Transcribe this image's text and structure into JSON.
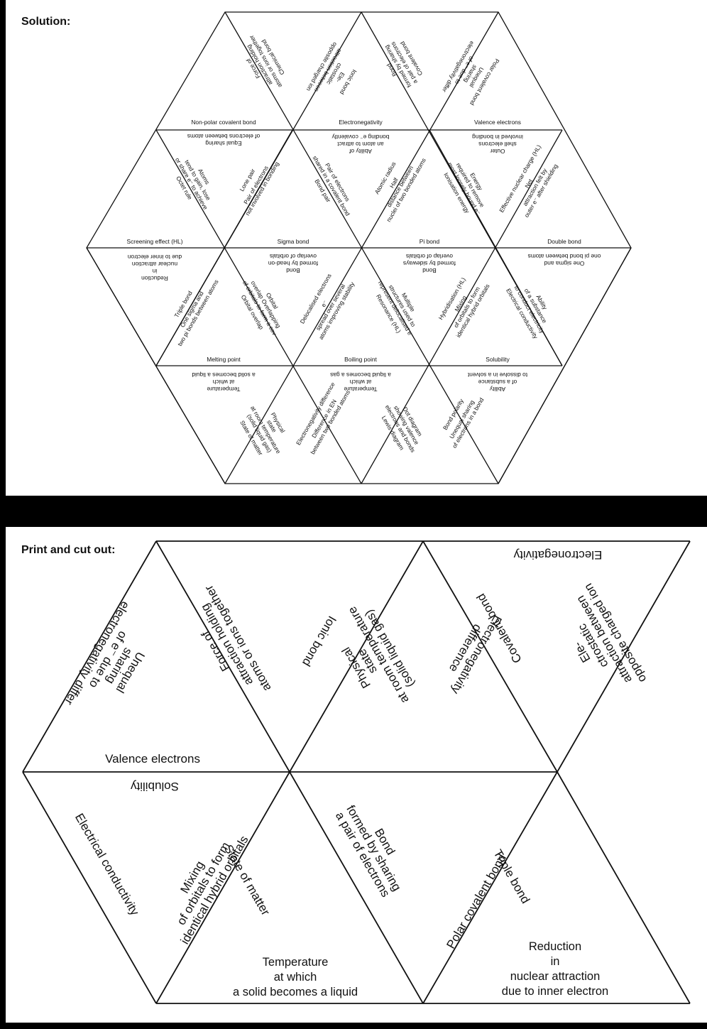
{
  "solution": {
    "title": "Solution:",
    "row1": {
      "t1": {
        "text": [
          "Force of",
          "attraction holding",
          "atoms or ions together"
        ],
        "side": "Chemical bond"
      },
      "t2": {
        "text": [
          "Ele-",
          "ctrostatic",
          "attraction between",
          "opposite charged ion"
        ],
        "side": "Ionic bond"
      },
      "t3": {
        "text": [
          "Bond",
          "formed by sharing",
          "a pair of electrons"
        ],
        "side": "Covalent bond"
      },
      "t4": {
        "text": [
          "Unequal",
          "sharing",
          "of e⁻ due to",
          "electronegativity differ"
        ],
        "side": "Polar covalent bond"
      },
      "b1": "Non-polar covalent bond",
      "b2": "Electronegativity",
      "b3": "Valence electrons"
    },
    "row2": {
      "top1": {
        "text": [
          "Equal sharing",
          "of electrons between atoms"
        ]
      },
      "top2": {
        "text": [
          "Ability of",
          "an atom to attract",
          "bonding e⁻ covalently"
        ]
      },
      "top3": {
        "text": [
          "Outer",
          "shell electrons",
          "involved in bonding"
        ]
      },
      "d1": {
        "text": [
          "Atoms",
          "tend to gain, lose",
          "or share e⁻ to achieve"
        ],
        "side": "Octet rule"
      },
      "d2": {
        "text": [
          "Pair of electrons",
          "not involved in bonding"
        ],
        "side": "Lone pair"
      },
      "d3": {
        "text": [
          "Pair of electrons",
          "shared in a covalent bond"
        ],
        "side": "Bond pair"
      },
      "d4": {
        "text": [
          "Half",
          "distance between",
          "nuclei of two bonded atoms"
        ],
        "side": "Atomic radius"
      },
      "d5": {
        "text": [
          "Energy",
          "required to remove",
          "most loosely bound e⁻"
        ],
        "side": "Ionisation energy"
      },
      "d6": {
        "text": [
          "Net",
          "attraction felt by",
          "outer e⁻ after shielding"
        ],
        "side": "Effective nuclear charge (HL)"
      },
      "b1": "Screening effect (HL)",
      "b2": "Sigma bond",
      "b3": "Pi bond",
      "b4": "Double bond"
    },
    "row3": {
      "top1": {
        "text": [
          "Reduction",
          "in",
          "nuclear attraction",
          "due to inner electron"
        ]
      },
      "top2": {
        "text": [
          "Bond",
          "formed by head-on",
          "overlap of orbitals"
        ]
      },
      "top3": {
        "text": [
          "Bond",
          "formed by sideways",
          "overlap of orbitals"
        ]
      },
      "top4": {
        "text": [
          "One sigma and",
          "one pi bond between atoms"
        ]
      },
      "d1": {
        "text": [
          "One sigma and",
          "two pi bonds between atoms"
        ],
        "side": "Triple bond"
      },
      "d2": {
        "text": [
          "Orbital",
          "overlap Overlapping",
          "of orbitals to form a cov"
        ],
        "side": "Orbital overlap"
      },
      "d3": {
        "text": [
          "e⁻",
          "spread over several",
          "atoms improving stability"
        ],
        "side": "Delocalised electrons"
      },
      "d4": {
        "text": [
          "Multiple",
          "structures used to",
          "represent delocalised e⁻"
        ],
        "side": "Resonance (HL)"
      },
      "d5": {
        "text": [
          "Mixing",
          "of orbitals to form",
          "identical hybrid orbitals"
        ],
        "side": "Hybridisation (HL)"
      },
      "d6": {
        "text": [
          "Ability",
          "of a substance",
          "to conduct electricity"
        ],
        "side": "Electrical conductivity"
      },
      "b1": "Melting point",
      "b2": "Boiling point",
      "b3": "Solubility"
    },
    "row4": {
      "top1": {
        "text": [
          "Temperature",
          "at which",
          "a solid becomes a liquid"
        ]
      },
      "top2": {
        "text": [
          "Temperature",
          "at which",
          "a liquid becomes a gas"
        ]
      },
      "top3": {
        "text": [
          "Ability",
          "of a substance",
          "to dissolve in a solvent"
        ]
      },
      "d1": {
        "text": [
          "Physical",
          "state",
          "at room temperature",
          "(solid liquid gas)"
        ],
        "side": "State of matter"
      },
      "d2": {
        "text": [
          "Difference in EN",
          "between two bonded atoms"
        ],
        "side": "Electronegativity difference"
      },
      "d3": {
        "text": [
          "Dot diagram",
          "showing valence",
          "electrons and bonds"
        ],
        "side": "Lewis diagram"
      },
      "d4": {
        "text": [
          "Unequal sharing",
          "of electrons in a bond"
        ],
        "side": "Bond polarity"
      }
    }
  },
  "cutout": {
    "title": "Print and cut out:",
    "t1": {
      "text": [
        "Unequal",
        "sharing",
        "of e⁻ due to",
        "electronegativity differ"
      ]
    },
    "t1_bottom": "Valence electrons",
    "t2": {
      "text": [
        "Force of",
        "attraction holding",
        "atoms or ions together"
      ],
      "side": "Ionic bond"
    },
    "t3": {
      "text": [
        "Physical",
        "state",
        "at room temperature",
        "(solid liquid gas)"
      ]
    },
    "t3b": {
      "text": [
        "Electronegativity",
        "difference"
      ],
      "side": "Covalent bond"
    },
    "t4": {
      "text": [
        "Ele-",
        "ctrostatic",
        "attraction between",
        "opposite charged ion"
      ]
    },
    "t4_top": "Electronegativity",
    "b1_top": "Solubility",
    "b1_side": "Electrical conductivity",
    "b2": {
      "text": [
        "Mixing",
        "of orbitals to form",
        "identical hybrid orbitals"
      ],
      "side": "State of matter"
    },
    "b2_bottom": [
      "Temperature",
      "at which",
      "a solid becomes a liquid"
    ],
    "b3": {
      "text": [
        "Bond",
        "formed by sharing",
        "a pair of electrons"
      ],
      "side": "Polar covalent bond"
    },
    "b4_side": "Triple bond",
    "b4_bottom": [
      "Reduction",
      "in",
      "nuclear attraction",
      "due to inner electron"
    ]
  }
}
